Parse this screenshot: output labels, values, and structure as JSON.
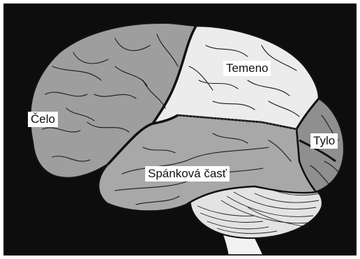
{
  "labels": {
    "frontal": "Čelo",
    "parietal": "Temeno",
    "occipital": "Tylo",
    "temporal": "Spánková časť"
  },
  "colors": {
    "background": "#0d0d0d",
    "frontal_fill": "#9e9e9e",
    "parietal_fill": "#ececec",
    "temporal_fill": "#a8a8a8",
    "occipital_fill": "#8f8f8f",
    "cerebellum_fill": "#e3e3e3",
    "brainstem_fill": "#f2f2f2"
  }
}
